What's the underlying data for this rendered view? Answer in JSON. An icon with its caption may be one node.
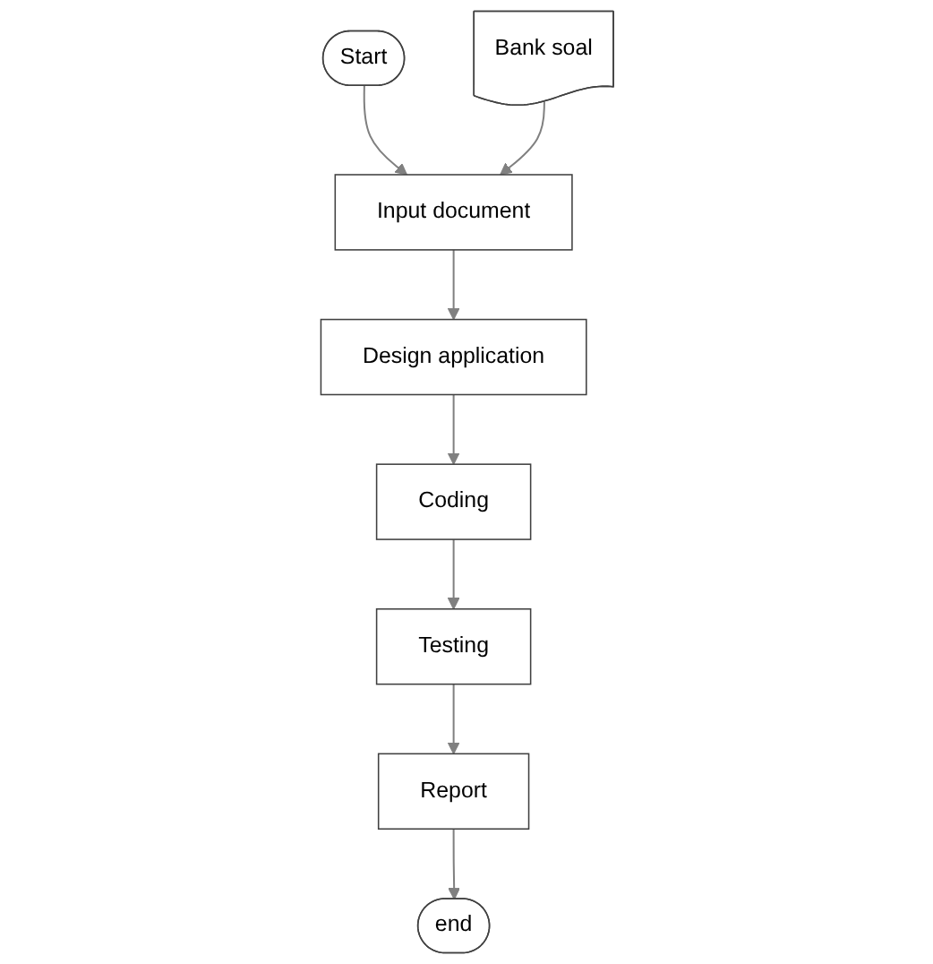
{
  "diagram": {
    "nodes": [
      {
        "text": [
          "Start"
        ]
      },
      {
        "text": [
          "Input document"
        ]
      },
      {
        "text": [
          "Design application"
        ]
      },
      {
        "text": [
          "Coding"
        ]
      },
      {
        "text": [
          "Testing"
        ]
      },
      {
        "text": [
          "Report"
        ]
      },
      {
        "text": [
          "end"
        ]
      },
      {
        "text": [
          "Bank soal"
        ]
      }
    ],
    "edges": [
      {
        "from": 0,
        "to": 1,
        "arrow": "to"
      },
      {
        "from": 7,
        "to": 1,
        "arrow": "to"
      },
      {
        "from": 1,
        "to": 2,
        "arrow": "to"
      },
      {
        "from": 2,
        "to": 3,
        "arrow": "to"
      },
      {
        "from": 3,
        "to": 4,
        "arrow": "to"
      },
      {
        "from": 4,
        "to": 5,
        "arrow": "to"
      },
      {
        "from": 5,
        "to": 6,
        "arrow": "to"
      }
    ]
  }
}
